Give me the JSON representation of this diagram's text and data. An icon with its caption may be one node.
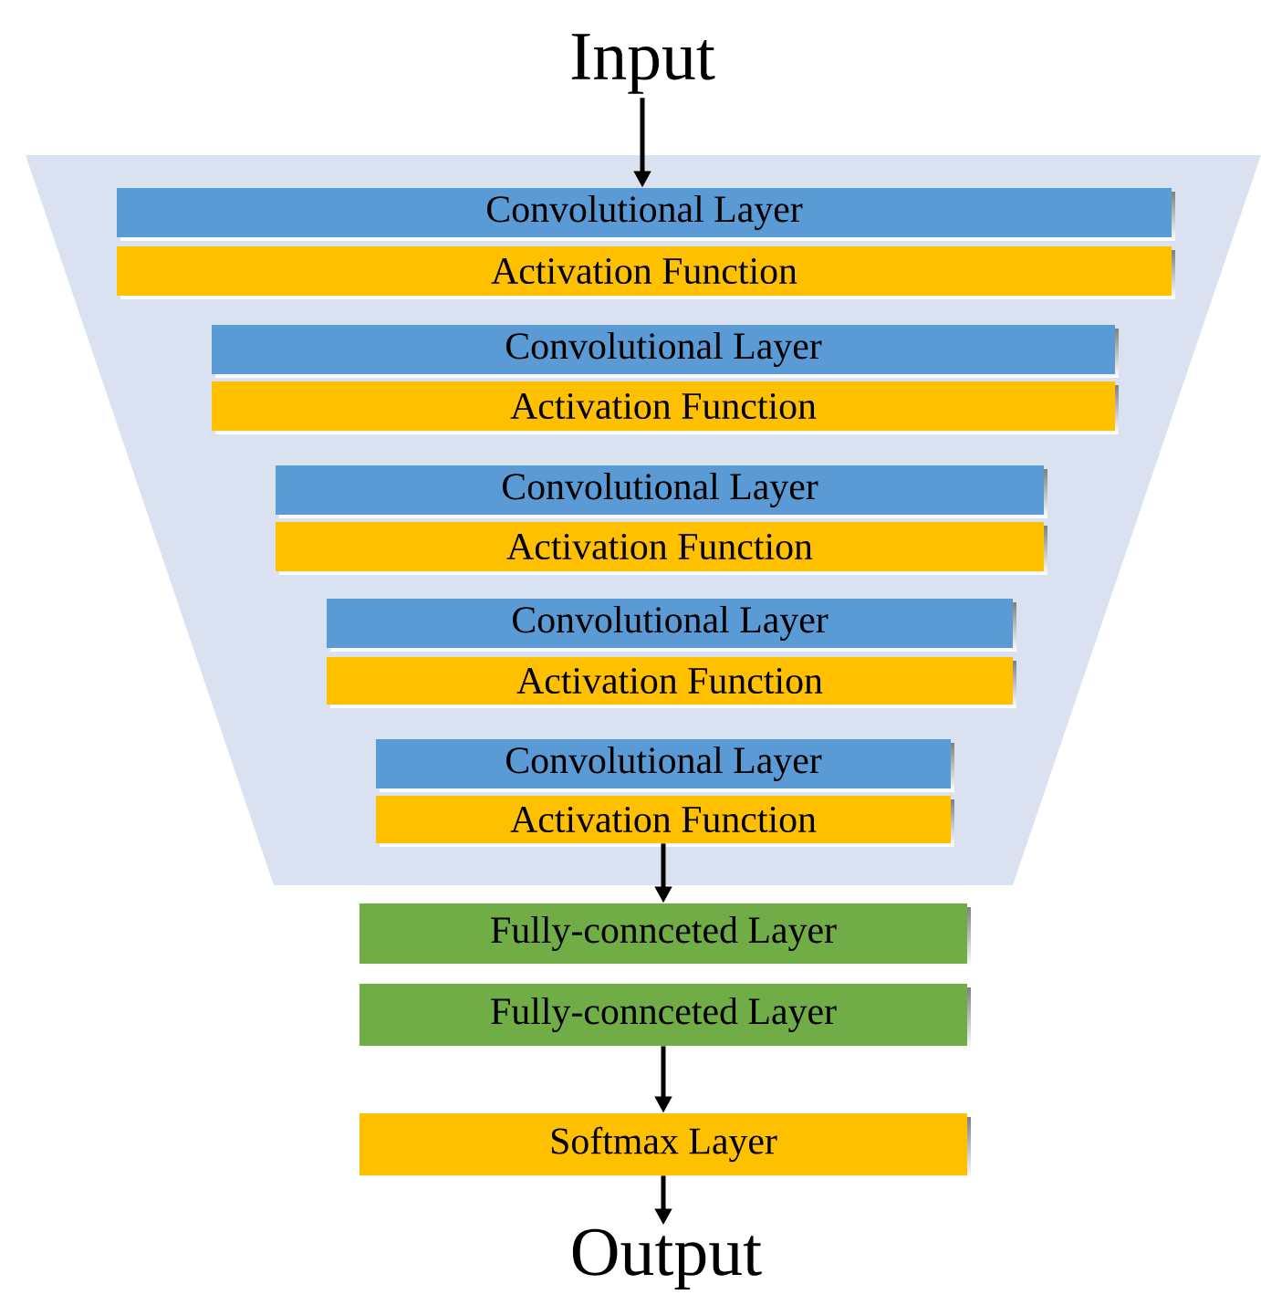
{
  "diagram": {
    "nodes": [
      {
        "text": [
          "Input"
        ]
      },
      {
        "text": [],
        "shape": "trapezoid"
      },
      {
        "text": [
          "Convolutional Layer"
        ],
        "in": 1
      },
      {
        "text": [
          "Activation Function"
        ],
        "in": 1
      },
      {
        "text": [
          "Convolutional Layer"
        ],
        "in": 1
      },
      {
        "text": [
          "Activation Function"
        ],
        "in": 1
      },
      {
        "text": [
          "Convolutional Layer"
        ],
        "in": 1
      },
      {
        "text": [
          "Activation Function"
        ],
        "in": 1
      },
      {
        "text": [
          "Convolutional Layer"
        ],
        "in": 1
      },
      {
        "text": [
          "Activation Function"
        ],
        "in": 1
      },
      {
        "text": [
          "Convolutional Layer"
        ],
        "in": 1
      },
      {
        "text": [
          "Activation Function"
        ],
        "in": 1
      },
      {
        "text": [
          "Fully-connceted Layer"
        ]
      },
      {
        "text": [
          "Fully-connceted Layer"
        ]
      },
      {
        "text": [
          "Softmax Layer"
        ]
      },
      {
        "text": [
          "Output"
        ]
      }
    ],
    "edges": [
      {
        "from": 0,
        "to": 2,
        "arrow": "to"
      },
      {
        "from": 11,
        "to": 12,
        "arrow": "to"
      },
      {
        "from": 13,
        "to": 14,
        "arrow": "to"
      },
      {
        "from": 14,
        "to": 15,
        "arrow": "to"
      }
    ]
  }
}
